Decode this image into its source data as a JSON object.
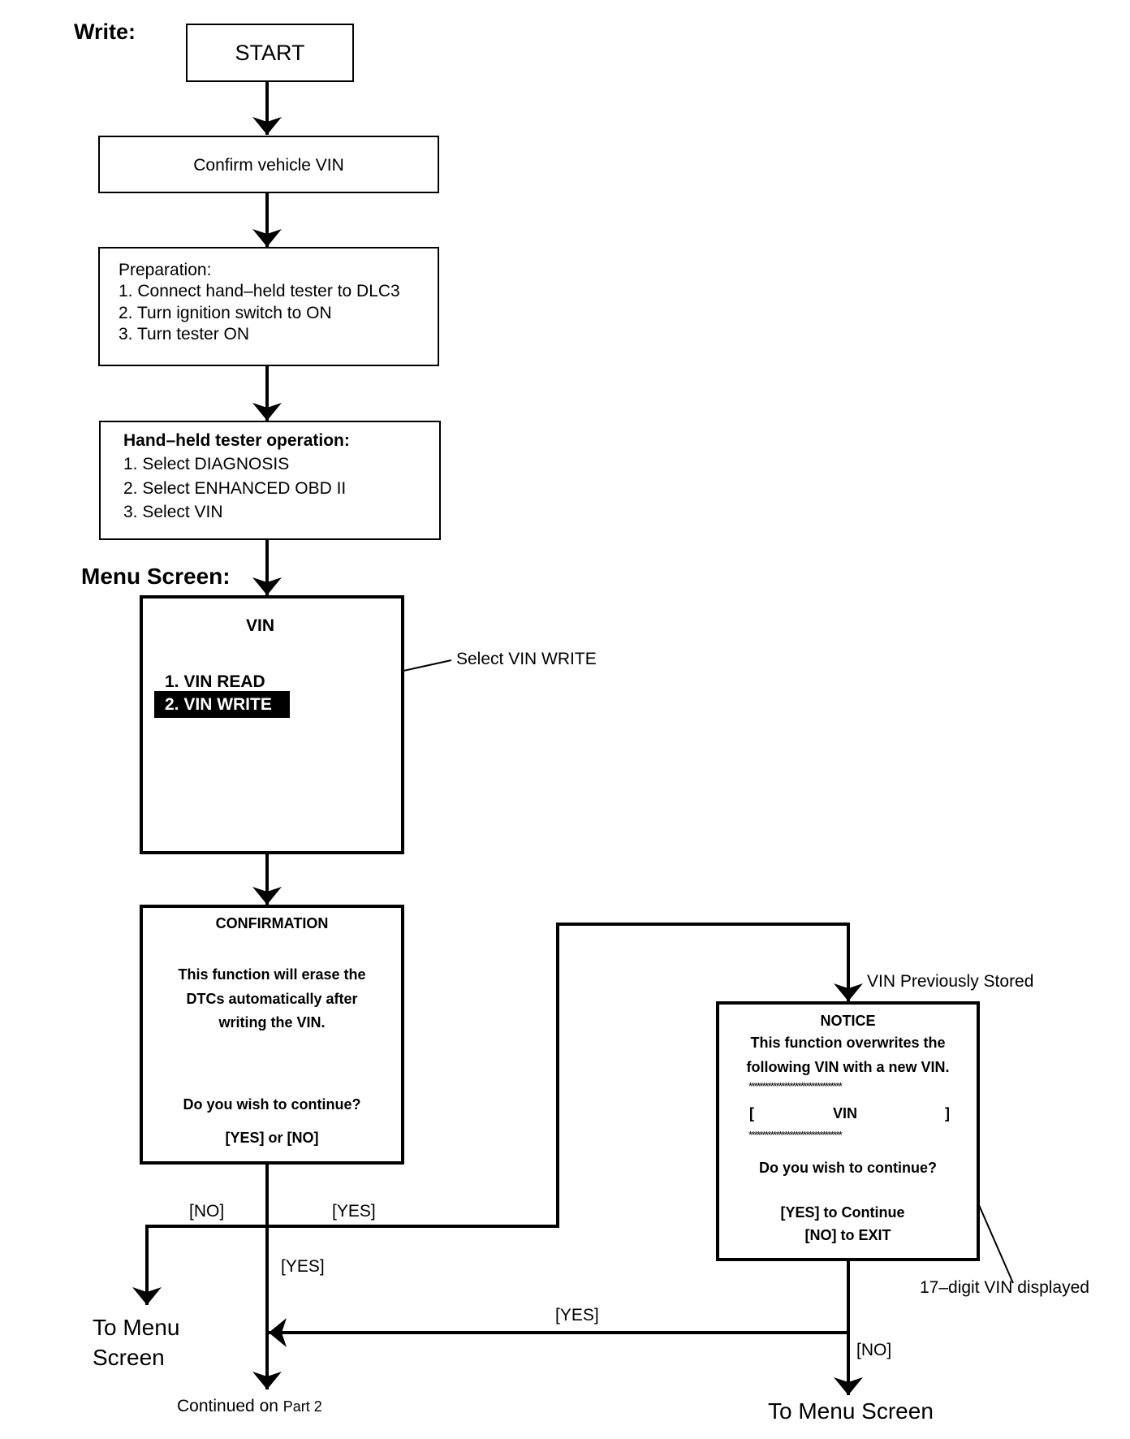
{
  "labels": {
    "write": "Write:",
    "menu_screen": "Menu Screen:",
    "select_vin_write": "Select VIN WRITE",
    "vin_previously_stored": "VIN Previously Stored",
    "seventeen_digit": "17–digit VIN displayed",
    "no_left": "[NO]",
    "yes_right": "[YES]",
    "yes_down": "[YES]",
    "yes_notice": "[YES]",
    "no_notice": "[NO]",
    "to_menu_screen_line1": "To Menu",
    "to_menu_screen_line2": "Screen",
    "continued": "Continued on",
    "continued_part": "Part 2",
    "to_menu_screen_right": "To Menu Screen"
  },
  "start": {
    "label": "START"
  },
  "confirm_vin": {
    "label": "Confirm vehicle VIN"
  },
  "preparation": {
    "title": "Preparation:",
    "steps": [
      "1. Connect hand–held tester to DLC3",
      "2. Turn ignition switch to ON",
      "3. Turn tester ON"
    ]
  },
  "tester_operation": {
    "title": "Hand–held tester operation:",
    "steps": [
      "1. Select DIAGNOSIS",
      "2. Select ENHANCED OBD II",
      "3. Select VIN"
    ]
  },
  "menu": {
    "title": "VIN",
    "item1": "1. VIN READ",
    "item2": "2. VIN WRITE"
  },
  "confirmation": {
    "title": "CONFIRMATION",
    "line1": "This function will erase the",
    "line2": "DTCs automatically after",
    "line3": "writing the VIN.",
    "question": "Do you wish to continue?",
    "options": "[YES] or [NO]"
  },
  "notice": {
    "title": "NOTICE",
    "line1": "This function overwrites the",
    "line2": "following VIN with a new VIN.",
    "stars": "**********************************",
    "bracket_open": "[",
    "vin": "VIN",
    "bracket_close": "]",
    "question": "Do you wish to continue?",
    "yes_option": "[YES] to Continue",
    "no_option": "[NO] to EXIT"
  }
}
